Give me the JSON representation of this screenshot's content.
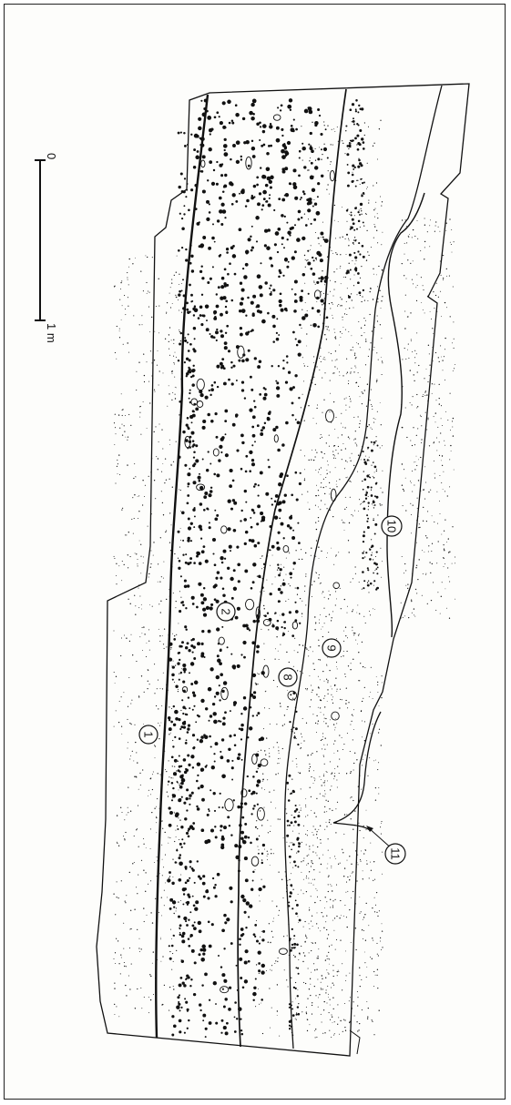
{
  "figure": {
    "scale_bar": {
      "start_label": "0",
      "end_label": "1 m"
    },
    "layer_labels": [
      "1",
      "2",
      "8",
      "9",
      "10",
      "11"
    ],
    "colors": {
      "ink": "#111111",
      "paper": "#fdfdfb",
      "frame": "#222222"
    }
  }
}
